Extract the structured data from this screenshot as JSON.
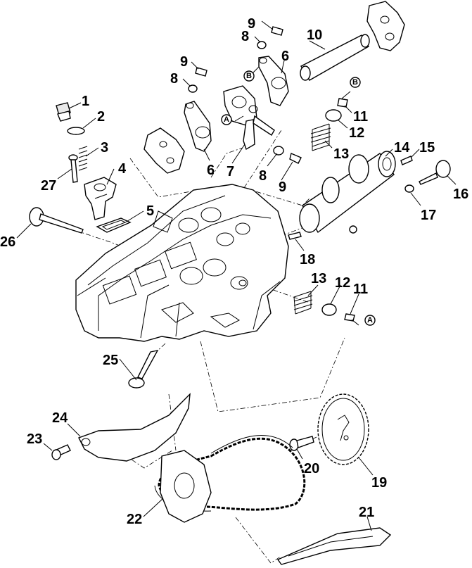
{
  "diagram": {
    "callouts": [
      {
        "id": "c1",
        "label": "1"
      },
      {
        "id": "c2",
        "label": "2"
      },
      {
        "id": "c3",
        "label": "3"
      },
      {
        "id": "c4",
        "label": "4"
      },
      {
        "id": "c5",
        "label": "5"
      },
      {
        "id": "c6a",
        "label": "6"
      },
      {
        "id": "c6b",
        "label": "6"
      },
      {
        "id": "c7",
        "label": "7"
      },
      {
        "id": "c8a",
        "label": "8"
      },
      {
        "id": "c8b",
        "label": "8"
      },
      {
        "id": "c8c",
        "label": "8"
      },
      {
        "id": "c9a",
        "label": "9"
      },
      {
        "id": "c9b",
        "label": "9"
      },
      {
        "id": "c9c",
        "label": "9"
      },
      {
        "id": "c10",
        "label": "10"
      },
      {
        "id": "c11a",
        "label": "11"
      },
      {
        "id": "c11b",
        "label": "11"
      },
      {
        "id": "c12a",
        "label": "12"
      },
      {
        "id": "c12b",
        "label": "12"
      },
      {
        "id": "c13a",
        "label": "13"
      },
      {
        "id": "c13b",
        "label": "13"
      },
      {
        "id": "c14",
        "label": "14"
      },
      {
        "id": "c15",
        "label": "15"
      },
      {
        "id": "c16",
        "label": "16"
      },
      {
        "id": "c17",
        "label": "17"
      },
      {
        "id": "c18",
        "label": "18"
      },
      {
        "id": "c19",
        "label": "19"
      },
      {
        "id": "c20",
        "label": "20"
      },
      {
        "id": "c21",
        "label": "21"
      },
      {
        "id": "c22",
        "label": "22"
      },
      {
        "id": "c23",
        "label": "23"
      },
      {
        "id": "c24",
        "label": "24"
      },
      {
        "id": "c25",
        "label": "25"
      },
      {
        "id": "c26",
        "label": "26"
      },
      {
        "id": "c27",
        "label": "27"
      }
    ],
    "reference_marks": [
      {
        "id": "ra1",
        "label": "A"
      },
      {
        "id": "ra2",
        "label": "A"
      },
      {
        "id": "rb1",
        "label": "B"
      },
      {
        "id": "rb2",
        "label": "B"
      }
    ]
  }
}
